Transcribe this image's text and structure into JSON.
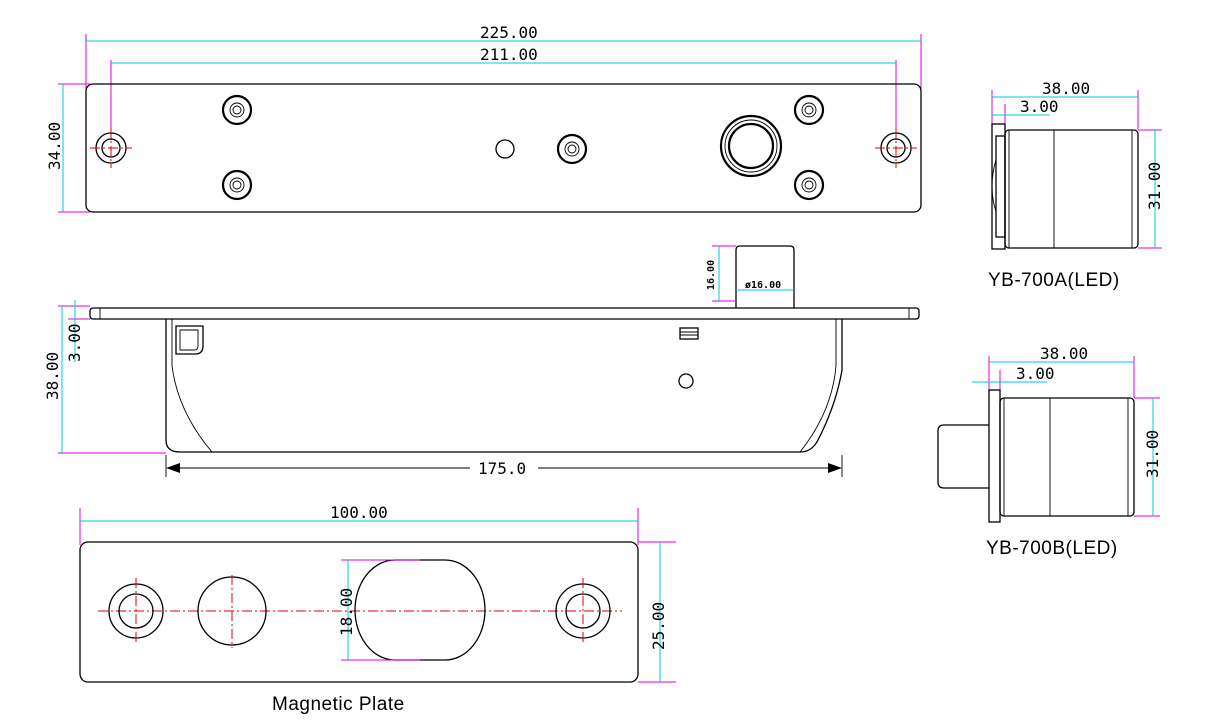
{
  "dimensions": {
    "top_overall_length": "225.00",
    "top_hole_spacing": "211.00",
    "top_height": "34.00",
    "bolt_height": "16.00",
    "bolt_diameter": "ø16.00",
    "side_plate_thickness": "3.00",
    "side_body_height": "38.00",
    "side_body_length": "175.0",
    "plate_length": "100.00",
    "plate_slot_height": "18.00",
    "plate_height": "25.00",
    "a_width": "38.00",
    "a_plate": "3.00",
    "a_height": "31.00",
    "b_width": "38.00",
    "b_plate": "3.00",
    "b_height": "31.00"
  },
  "labels": {
    "model_a": "YB-700A(LED)",
    "model_b": "YB-700B(LED)",
    "magnetic_plate": "Magnetic Plate"
  },
  "colors": {
    "dimension_line": "#00c8d8",
    "extension_line": "#e000e0",
    "center_line": "#e00000",
    "outline": "#000000"
  }
}
